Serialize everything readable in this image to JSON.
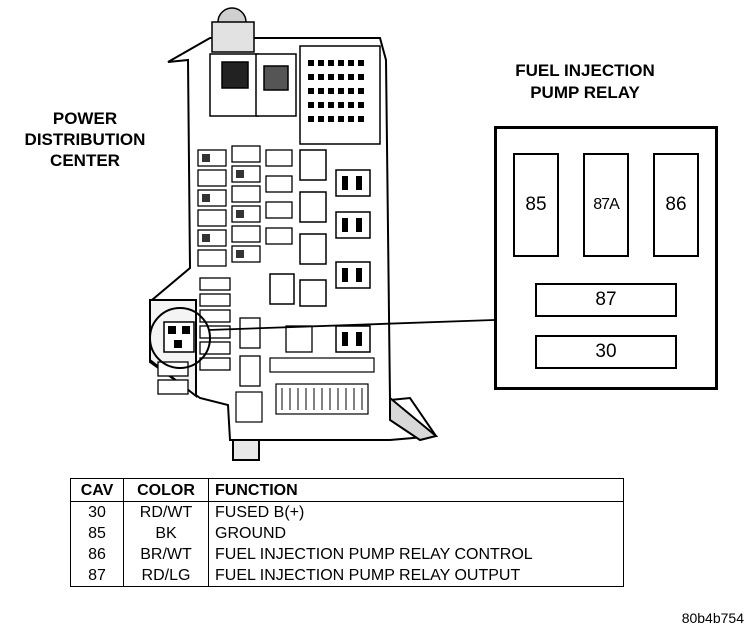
{
  "labels": {
    "pdc_line1": "POWER",
    "pdc_line2": "DISTRIBUTION",
    "pdc_line3": "CENTER",
    "relay_line1": "FUEL INJECTION",
    "relay_line2": "PUMP RELAY",
    "figure_id": "80b4b754"
  },
  "relay": {
    "t85": "85",
    "t87a": "87A",
    "t86": "86",
    "t87": "87",
    "t30": "30"
  },
  "table": {
    "headers": {
      "cav": "CAV",
      "color": "COLOR",
      "function": "FUNCTION"
    },
    "rows": [
      {
        "cav": "30",
        "color": "RD/WT",
        "function": "FUSED B(+)"
      },
      {
        "cav": "85",
        "color": "BK",
        "function": "GROUND"
      },
      {
        "cav": "86",
        "color": "BR/WT",
        "function": "FUEL INJECTION PUMP RELAY CONTROL"
      },
      {
        "cav": "87",
        "color": "RD/LG",
        "function": "FUEL INJECTION PUMP RELAY OUTPUT"
      }
    ]
  }
}
